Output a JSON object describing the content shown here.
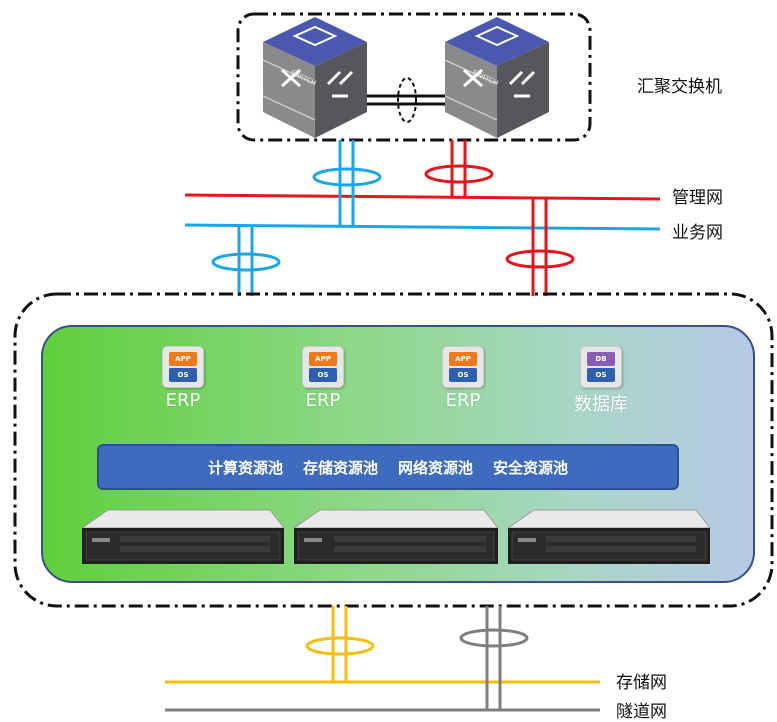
{
  "labels": {
    "aggregation_switch": "汇聚交换机",
    "mgmt_net": "管理网",
    "business_net": "业务网",
    "storage_net": "存储网",
    "tunnel_net": "隧道网"
  },
  "switches": [
    {
      "label": "SWITCH"
    },
    {
      "label": "SWITCH"
    }
  ],
  "vms": [
    {
      "top": "APP",
      "bottom": "OS",
      "name": "ERP"
    },
    {
      "top": "APP",
      "bottom": "OS",
      "name": "ERP"
    },
    {
      "top": "APP",
      "bottom": "OS",
      "name": "ERP"
    },
    {
      "top": "DB",
      "bottom": "OS",
      "name": "数据库"
    }
  ],
  "resource_pools": [
    "计算资源池",
    "存储资源池",
    "网络资源池",
    "安全资源池"
  ],
  "colors": {
    "mgmt": "#e8141b",
    "business": "#1aa7e8",
    "storage": "#f5be0a",
    "tunnel": "#7f7f7f",
    "pool_bar": "#3e6bbd",
    "app_tag": "#f07a1a",
    "db_tag": "#8a5db5",
    "os_tag": "#2d5fb0"
  }
}
